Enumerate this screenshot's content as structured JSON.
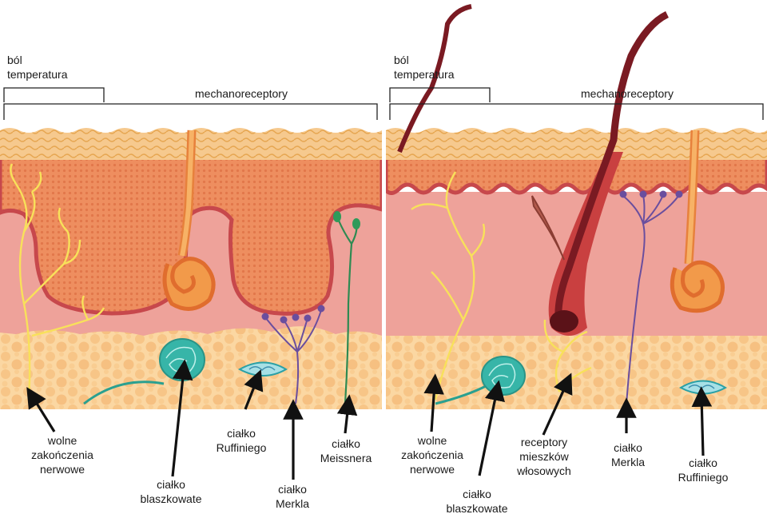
{
  "colors": {
    "epidermis_top": "#f6c98e",
    "epidermis_wave": "#e9a94f",
    "dermis_upper": "#ee8e5f",
    "dermis_dot": "#e47a4a",
    "dermis_border": "#c7484c",
    "dermis_lower": "#eea29a",
    "hypodermis_pink": "#f2b3a7",
    "fat": "#fad39b",
    "fat_dot": "#f6c383",
    "nerve_yellow": "#f8e15a",
    "nerve_purple": "#6a4e9e",
    "nerve_green": "#2e8a52",
    "pacinian": "#37b5a8",
    "ruffini": "#7fd0d6",
    "gland": "#f29a4a",
    "hair": "#8c1f26",
    "muscle": "#b35b4d"
  },
  "left_panel": {
    "bracket_pain": [
      "ból",
      "temperatura"
    ],
    "bracket_mech": "mechanoreceptory",
    "labels": {
      "free_endings": [
        "wolne",
        "zakończenia",
        "nerwowe"
      ],
      "lamellar": [
        "ciałko",
        "blaszkowate"
      ],
      "ruffini": [
        "ciałko",
        "Ruffiniego"
      ],
      "merkel": [
        "ciałko",
        "Merkla"
      ],
      "meissner": [
        "ciałko",
        "Meissnera"
      ]
    }
  },
  "right_panel": {
    "bracket_pain": [
      "ból",
      "temperatura"
    ],
    "bracket_mech": "mechanoreceptory",
    "labels": {
      "free_endings": [
        "wolne",
        "zakończenia",
        "nerwowe"
      ],
      "lamellar": [
        "ciałko",
        "blaszkowate"
      ],
      "follicle": [
        "receptory",
        "mieszków",
        "włosowych"
      ],
      "merkel": [
        "ciałko",
        "Merkla"
      ],
      "ruffini": [
        "ciałko",
        "Ruffiniego"
      ]
    }
  }
}
